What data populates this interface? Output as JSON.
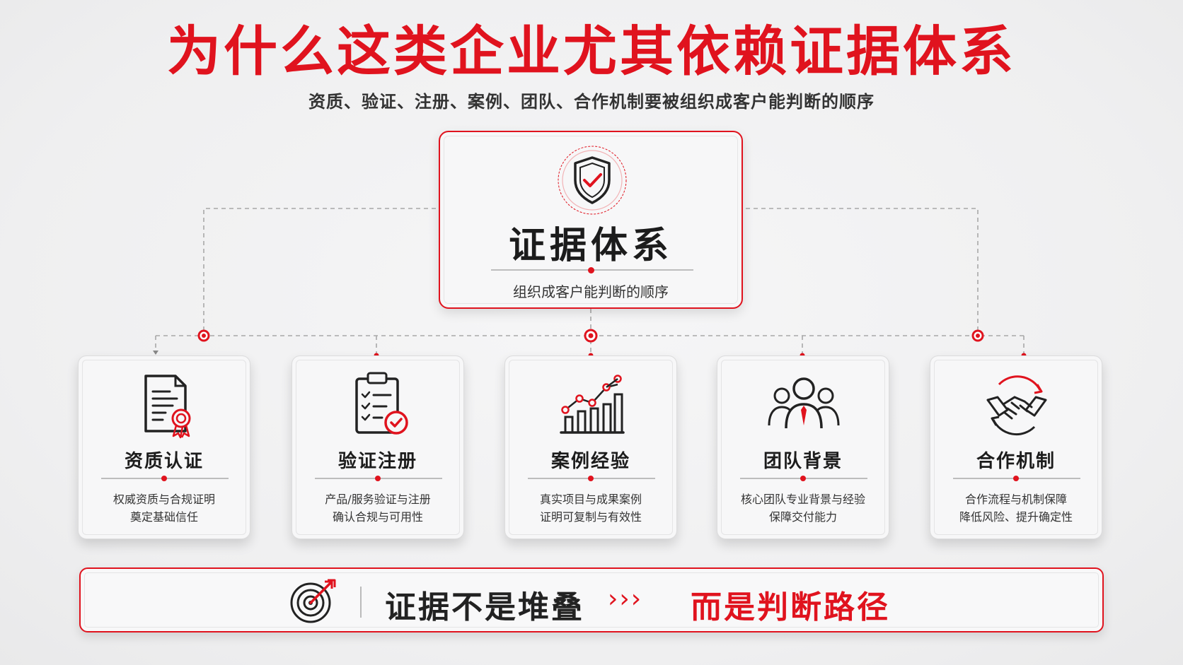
{
  "header": {
    "title": "为什么这类企业尤其依赖证据体系",
    "subtitle": "资质、验证、注册、案例、团队、合作机制要被组织成客户能判断的顺序"
  },
  "hub": {
    "icon": "shield-check-icon",
    "title": "证据体系",
    "subtitle": "组织成客户能判断的顺序"
  },
  "cards": [
    {
      "icon": "certificate-document-icon",
      "title": "资质认证",
      "line1": "权威资质与合规证明",
      "line2": "奠定基础信任"
    },
    {
      "icon": "clipboard-check-icon",
      "title": "验证注册",
      "line1": "产品/服务验证与注册",
      "line2": "确认合规与可用性"
    },
    {
      "icon": "growth-chart-icon",
      "title": "案例经验",
      "line1": "真实项目与成果案例",
      "line2": "证明可复制与有效性"
    },
    {
      "icon": "team-icon",
      "title": "团队背景",
      "line1": "核心团队专业背景与经验",
      "line2": "保障交付能力"
    },
    {
      "icon": "handshake-icon",
      "title": "合作机制",
      "line1": "合作流程与机制保障",
      "line2": "降低风险、提升确定性"
    }
  ],
  "banner": {
    "icon": "target-icon",
    "left_text": "证据不是堆叠",
    "arrows": "›››",
    "right_text": "而是判断路径"
  },
  "colors": {
    "accent": "#e0131e",
    "text": "#1c1c1c",
    "background": "#f0f0f1"
  }
}
